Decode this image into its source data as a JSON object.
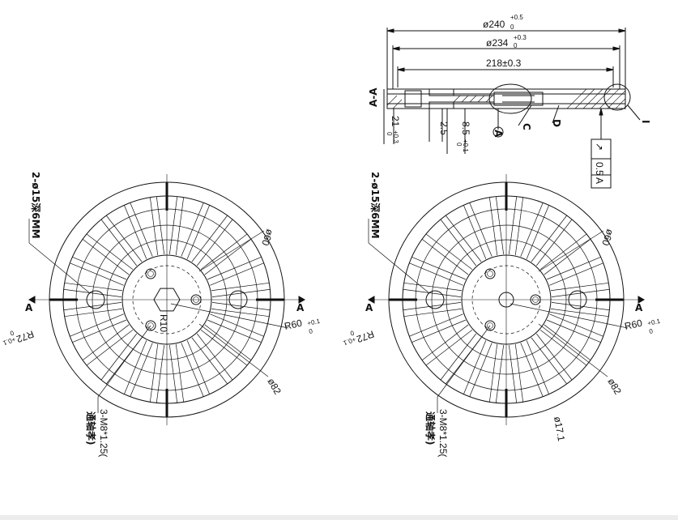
{
  "section_view": {
    "section_label": "A-A",
    "dim_od": {
      "text": "ø240",
      "upper": "+0.5",
      "lower": "0"
    },
    "dim_mid": {
      "text": "ø234",
      "upper": "+0.3",
      "lower": "0"
    },
    "dim_inner": "218±0.3",
    "dim_thickness": {
      "text": "21",
      "upper": "+0.3",
      "lower": "0"
    },
    "dim_step": "2.5",
    "dim_depth": {
      "text": "8.5",
      "upper": "+0.1",
      "lower": "0"
    },
    "datum_label": "A",
    "callout_c": "C",
    "callout_d": "D",
    "callout_i": "I",
    "runout_symbol": "↗",
    "runout_value": "0.5",
    "runout_datum": "A"
  },
  "plan_left": {
    "hole_note": "2-ø15深6MM",
    "dim_d60": "ø60",
    "dim_r72": {
      "text": "R72",
      "upper": "0",
      "lower": "+0.1"
    },
    "dim_r60": {
      "text": "R60",
      "upper": "+0.1",
      "lower": "0"
    },
    "dim_d82": "ø82",
    "dim_r10": "R10",
    "section_mark_left": "A",
    "section_mark_right": "A",
    "thread_note": "3-M8*1.25(",
    "thread_note_cjk": "通轴孝)"
  },
  "plan_right": {
    "hole_note": "2-ø15深6MM",
    "dim_d60": "ø60",
    "dim_r72": {
      "text": "R72",
      "upper": "0",
      "lower": "+0.1"
    },
    "dim_r60": {
      "text": "R60",
      "upper": "+0.1",
      "lower": "0"
    },
    "dim_d82": "ø82",
    "dim_d17": "ø17.1",
    "section_mark_left": "A",
    "section_mark_right": "A",
    "thread_note": "3-M8*1.25(",
    "thread_note_cjk": "通轴孝)"
  }
}
